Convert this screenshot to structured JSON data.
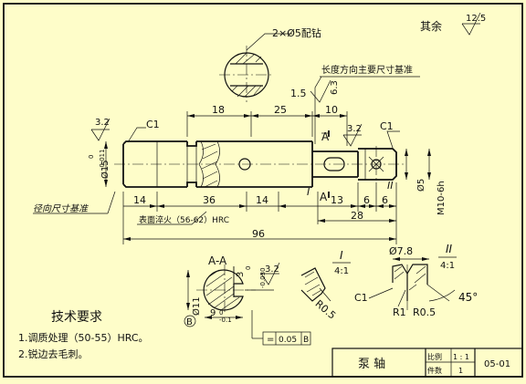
{
  "title_block": {
    "part_name": "泵 轴",
    "scale_label": "比例",
    "scale_value": "1 : 1",
    "qty_label": "件数",
    "qty_value": "1",
    "drawing_no": "05-01"
  },
  "roughness": {
    "remainder_label": "其余",
    "remainder_value": "12.5",
    "left_end": "3.2",
    "groove_end": "3.2",
    "keyway": "6.3",
    "section_keyhole": "3.2"
  },
  "notes": {
    "heading": "技术要求",
    "items": [
      "1.调质处理（50-55）HRC。",
      "2.锐边去毛刺。"
    ]
  },
  "annotations": {
    "hole_callout": "2×Ø5配钻",
    "length_datum": "长度方向主要尺寸基准",
    "radial_datum": "径向尺寸基准",
    "surface_hardening": "表面淬火（56-62）HRC",
    "thread": "M10-6h",
    "chamfer_left": "C1",
    "chamfer_right": "C1",
    "chamfer_detail": "C1",
    "section_label": "A-A",
    "section_mark": "A",
    "detail_one_label": "I",
    "detail_one_scale": "4:1",
    "detail_two_label": "II",
    "detail_two_scale": "4:1",
    "detail_one_radius": "R0.5",
    "detail_two_radius_1": "R1",
    "detail_two_radius_2": "R0.5",
    "detail_two_dia": "Ø7.8",
    "detail_two_angle": "45°",
    "datum_letter": "B",
    "tolerance_frame_symbol": "=",
    "tolerance_frame_value": "0.05",
    "tolerance_frame_datum": "B"
  },
  "dimensions": {
    "d18": "18",
    "d25": "25",
    "d10": "10",
    "d1_5": "1.5",
    "d14_left": "14",
    "d36": "36",
    "d14_mid": "14",
    "d13": "13",
    "d6_a": "6",
    "d6_b": "6",
    "d28": "28",
    "d96": "96",
    "dia_main": "Ø15",
    "dia_main_tol_upper": "0",
    "dia_main_tol_lower": "-0.011",
    "dia_right": "Ø5",
    "dia_section": "Ø11",
    "key_width": "3",
    "key_tol_upper": "0",
    "key_tol_lower": "-0.030",
    "key_depth": "9",
    "key_depth_tol_upper": "0",
    "key_depth_tol_lower": "-0.1"
  }
}
